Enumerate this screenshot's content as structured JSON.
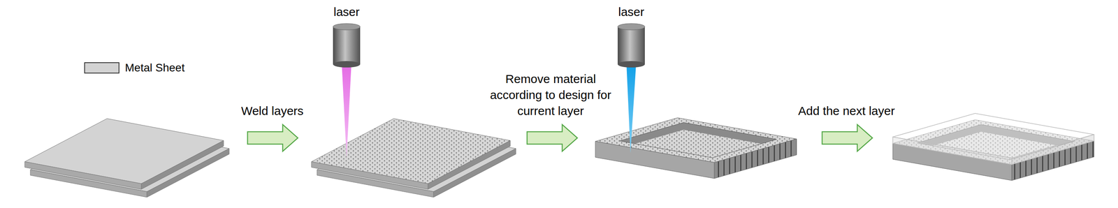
{
  "diagram": {
    "labels": [
      "Weld layers",
      "laser",
      "Remove material according to design for current layer",
      "laser",
      "Add the next layer"
    ],
    "legend": [
      {
        "text": "Metal Sheet",
        "color": "#d3d3d3"
      }
    ]
  }
}
